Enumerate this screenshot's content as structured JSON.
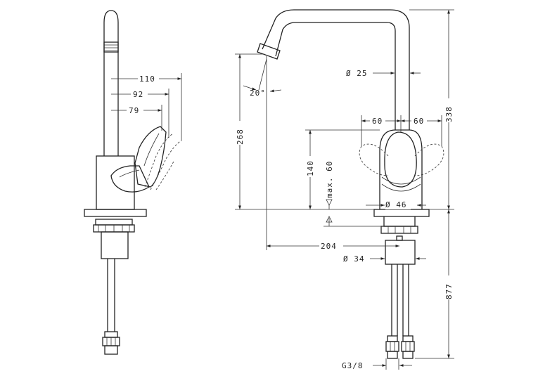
{
  "drawing": {
    "side_view": {
      "labels": {
        "d110": "110",
        "d92": "92",
        "d79": "79"
      }
    },
    "front_view": {
      "labels": {
        "d20": "20°",
        "d25": "Ø 25",
        "d60_left": "60",
        "d60_right": "60",
        "d338": "338",
        "d268": "268",
        "d140": "140",
        "dmax60": "max. 60",
        "d46": "Ø 46",
        "d204": "204",
        "d34": "Ø 34",
        "d877": "877",
        "thread": "G3/8"
      }
    },
    "colors": {
      "line": "#222222",
      "background": "#ffffff"
    }
  }
}
